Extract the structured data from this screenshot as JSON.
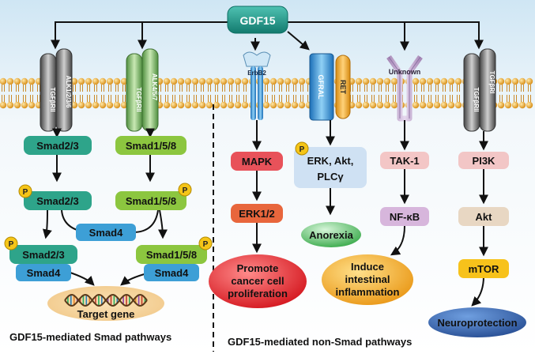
{
  "ligand": "GDF15",
  "receptors": {
    "r1_a": "TGFβRII",
    "r1_b": "ALK1/2/3/6",
    "r2_a": "TGFβRII",
    "r2_b": "ALK4/5/7",
    "erbb2": "ErbB2",
    "gfral": "GFRAL",
    "ret": "RET",
    "unknown": "Unknown",
    "r5_a": "TGFβRII",
    "r5_b": "TGFβRI"
  },
  "smad": {
    "smad23": "Smad2/3",
    "smad158": "Smad1/5/8",
    "smad4": "Smad4",
    "phospho": "P",
    "target_gene": "Target gene",
    "section_label": "GDF15-mediated Smad pathways"
  },
  "nonsmad": {
    "mapk": "MAPK",
    "erk12": "ERK1/2",
    "cancer_l1": "Promote",
    "cancer_l2": "cancer cell",
    "cancer_l3": "proliferation",
    "erk_akt_l1": "ERK, Akt,",
    "erk_akt_l2": "PLCγ",
    "anorexia": "Anorexia",
    "tak1": "TAK-1",
    "nfkb": "NF-κB",
    "inflam_l1": "Induce",
    "inflam_l2": "intestinal",
    "inflam_l3": "inflammation",
    "pi3k": "PI3K",
    "akt": "Akt",
    "mtor": "mTOR",
    "neuro": "Neuroprotection",
    "section_label": "GDF15-mediated non-Smad pathways"
  },
  "colors": {
    "background": "#eaf3f8",
    "membrane_head": "#e6a024",
    "smad23": "#2ea48a",
    "smad158": "#8cc63f",
    "smad4": "#3d9fd6",
    "phospho": "#f5c518",
    "mapk": "#e8525a",
    "erk12": "#e8663c",
    "cancer": "#e21b23",
    "erk_akt": "#cfe1f3",
    "anorexia": "#35b24a",
    "tak1": "#f3c6c6",
    "nfkb": "#d7b6dc",
    "inflam": "#f0a11c",
    "pi3k": "#f2c6c6",
    "akt": "#e8d7c3",
    "mtor": "#f7c21b",
    "neuro": "#2d5aa8",
    "ligand": "#1f9b8e"
  }
}
